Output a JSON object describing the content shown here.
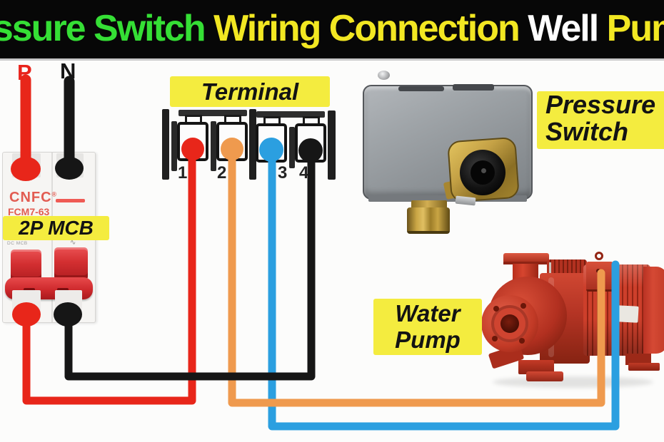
{
  "banner": {
    "parts": [
      {
        "text": "Pressure Switch",
        "color": "#35df35"
      },
      {
        "text": " Wiring Connection",
        "color": "#f2e722"
      },
      {
        "text": " Well",
        "color": "#ffffff"
      },
      {
        "text": " Pump",
        "color": "#f2e722"
      }
    ]
  },
  "mcb": {
    "pole_live": "P",
    "pole_neutral": "N",
    "brand": "CNFC",
    "reg_mark": "®",
    "model": "FCM7-63",
    "label": "2P MCB",
    "fineprint": "DC MCB",
    "wave_mark": "∿"
  },
  "terminal": {
    "label": "Terminal",
    "numbers": [
      "1",
      "2",
      "3",
      "4"
    ]
  },
  "pressure_switch": {
    "label_line1": "Pressure",
    "label_line2": "Switch"
  },
  "water_pump": {
    "label_line1": "Water",
    "label_line2": "Pump"
  },
  "colors": {
    "wire_red": "#e8261a",
    "wire_black": "#161616",
    "wire_orange": "#ef9a4e",
    "wire_blue": "#2b9fe0",
    "label_yellow": "#f4ec3f",
    "banner_background": "#070707",
    "pump_red": "#c23a26",
    "switch_gray": "#969b9f"
  }
}
